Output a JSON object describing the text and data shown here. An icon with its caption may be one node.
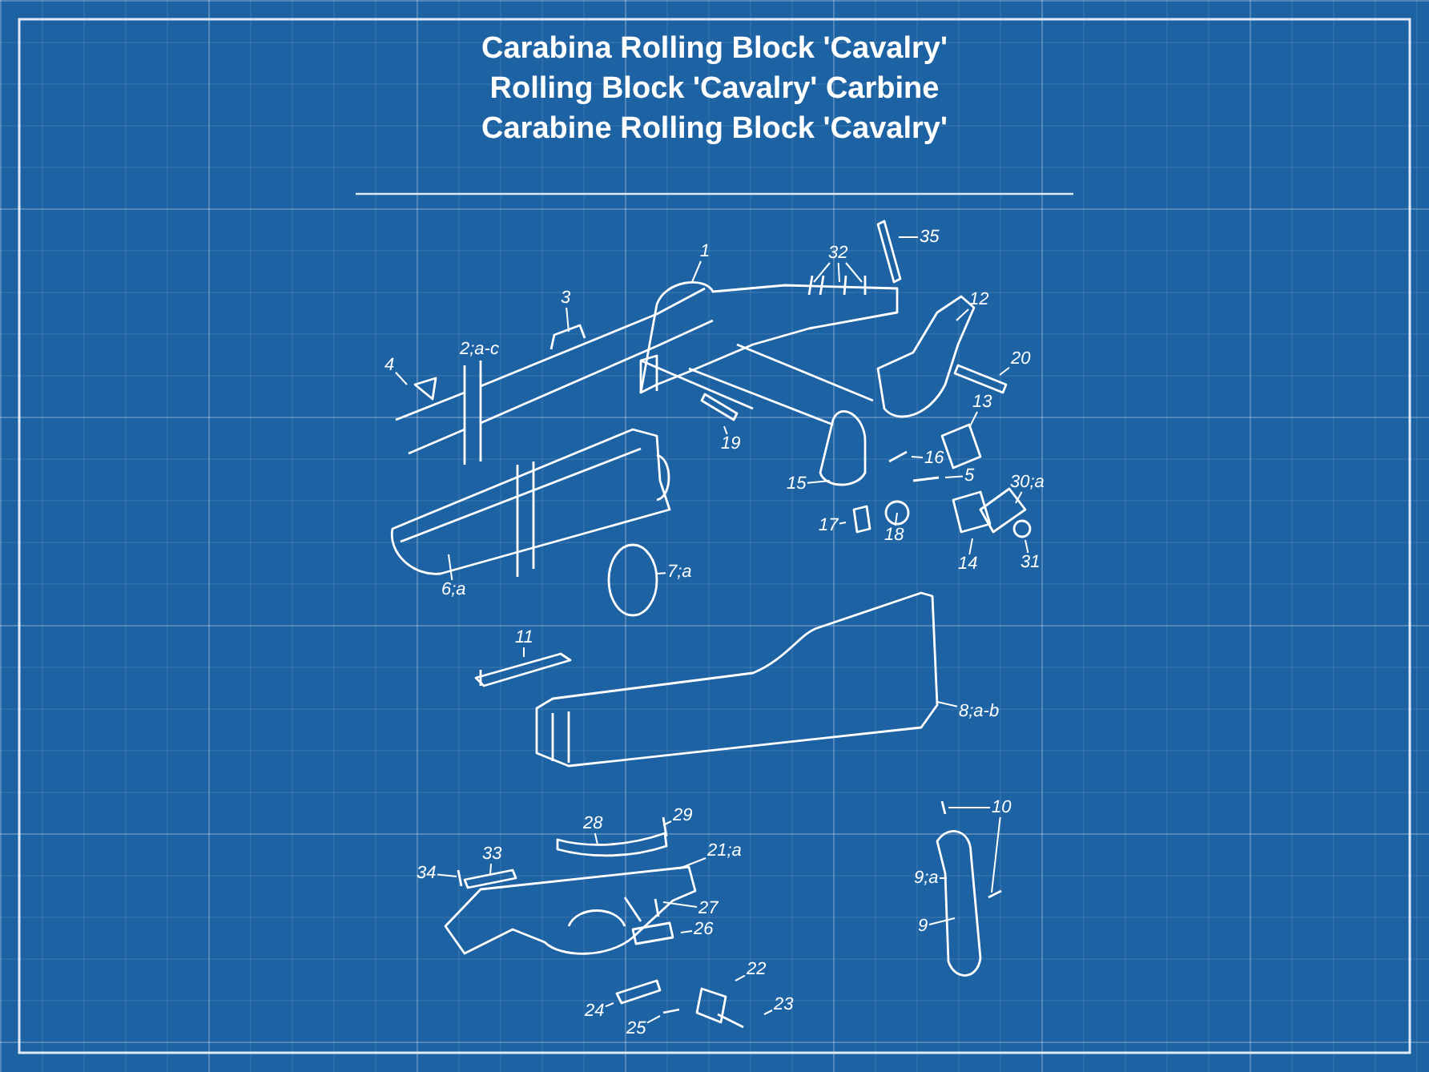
{
  "diagram": {
    "title": "Carabina Rolling Block 'Cavalry'",
    "nodes": [
      {
        "text": [
          "1"
        ]
      },
      {
        "text": [
          "3"
        ]
      },
      {
        "text": [
          "4"
        ]
      },
      {
        "text": [
          "32"
        ]
      },
      {
        "text": [
          "35"
        ]
      },
      {
        "text": [
          "12"
        ]
      },
      {
        "text": [
          "20"
        ]
      },
      {
        "text": [
          "13"
        ]
      },
      {
        "text": [
          "16"
        ]
      },
      {
        "text": [
          "5"
        ]
      },
      {
        "text": [
          "30;a"
        ]
      },
      {
        "text": [
          "31"
        ]
      },
      {
        "text": [
          "14"
        ]
      },
      {
        "text": [
          "18"
        ]
      },
      {
        "text": [
          "17"
        ]
      },
      {
        "text": [
          "15"
        ]
      },
      {
        "text": [
          "19"
        ]
      },
      {
        "text": [
          "6;a"
        ]
      },
      {
        "text": [
          "7;a"
        ]
      },
      {
        "text": [
          "11"
        ]
      },
      {
        "text": [
          "8;a-b"
        ]
      },
      {
        "text": [
          "28"
        ]
      },
      {
        "text": [
          "29"
        ]
      },
      {
        "text": [
          "21;a"
        ]
      },
      {
        "text": [
          "33"
        ]
      },
      {
        "text": [
          "34"
        ]
      },
      {
        "text": [
          "27"
        ]
      },
      {
        "text": [
          "26"
        ]
      },
      {
        "text": [
          "22"
        ]
      },
      {
        "text": [
          "23"
        ]
      },
      {
        "text": [
          "24"
        ]
      },
      {
        "text": [
          "25"
        ]
      },
      {
        "text": [
          "10"
        ]
      },
      {
        "text": [
          "9;a"
        ]
      },
      {
        "text": [
          "9"
        ]
      }
    ],
    "edges": [
      {
        "from": 0,
        "to": null,
        "arrow": "none"
      },
      {
        "from": 1,
        "to": null,
        "arrow": "none"
      },
      {
        "from": 2,
        "to": null,
        "arrow": "none"
      },
      {
        "from": 3,
        "to": null,
        "arrow": "none"
      },
      {
        "from": 3,
        "to": null,
        "arrow": "none"
      },
      {
        "from": 3,
        "to": null,
        "arrow": "none"
      },
      {
        "from": 4,
        "to": null,
        "arrow": "none"
      },
      {
        "from": 5,
        "to": null,
        "arrow": "none"
      },
      {
        "from": 6,
        "to": null,
        "arrow": "none"
      },
      {
        "from": 7,
        "to": null,
        "arrow": "none"
      },
      {
        "from": 8,
        "to": null,
        "arrow": "none"
      },
      {
        "from": 9,
        "to": null,
        "arrow": "none"
      },
      {
        "from": 10,
        "to": null,
        "arrow": "none"
      },
      {
        "from": 11,
        "to": null,
        "arrow": "none"
      },
      {
        "from": 12,
        "to": null,
        "arrow": "none"
      },
      {
        "from": 13,
        "to": null,
        "arrow": "none"
      },
      {
        "from": 14,
        "to": null,
        "arrow": "none"
      },
      {
        "from": 15,
        "to": null,
        "arrow": "none"
      },
      {
        "from": 16,
        "to": null,
        "arrow": "none"
      },
      {
        "from": 17,
        "to": null,
        "arrow": "none"
      },
      {
        "from": 18,
        "to": null,
        "arrow": "none"
      },
      {
        "from": 19,
        "to": null,
        "arrow": "none"
      },
      {
        "from": 20,
        "to": null,
        "arrow": "none"
      },
      {
        "from": 21,
        "to": null,
        "arrow": "none"
      },
      {
        "from": 22,
        "to": null,
        "arrow": "none"
      },
      {
        "from": 23,
        "to": null,
        "arrow": "none"
      },
      {
        "from": 24,
        "to": null,
        "arrow": "none"
      },
      {
        "from": 25,
        "to": null,
        "arrow": "none"
      },
      {
        "from": 26,
        "to": null,
        "arrow": "none"
      },
      {
        "from": 27,
        "to": null,
        "arrow": "none"
      },
      {
        "from": 28,
        "to": null,
        "arrow": "none"
      },
      {
        "from": 29,
        "to": null,
        "arrow": "none"
      },
      {
        "from": 30,
        "to": null,
        "arrow": "none"
      },
      {
        "from": 31,
        "to": null,
        "arrow": "none"
      },
      {
        "from": 32,
        "to": null,
        "arrow": "none"
      },
      {
        "from": 32,
        "to": null,
        "arrow": "none"
      },
      {
        "from": 33,
        "to": null,
        "arrow": "none"
      },
      {
        "from": 34,
        "to": null,
        "arrow": "none"
      }
    ],
    "labels": [
      "Rolling Block 'Cavalry' Carbine",
      "Carabine Rolling Block 'Cavalry'",
      "2;a-c"
    ]
  }
}
